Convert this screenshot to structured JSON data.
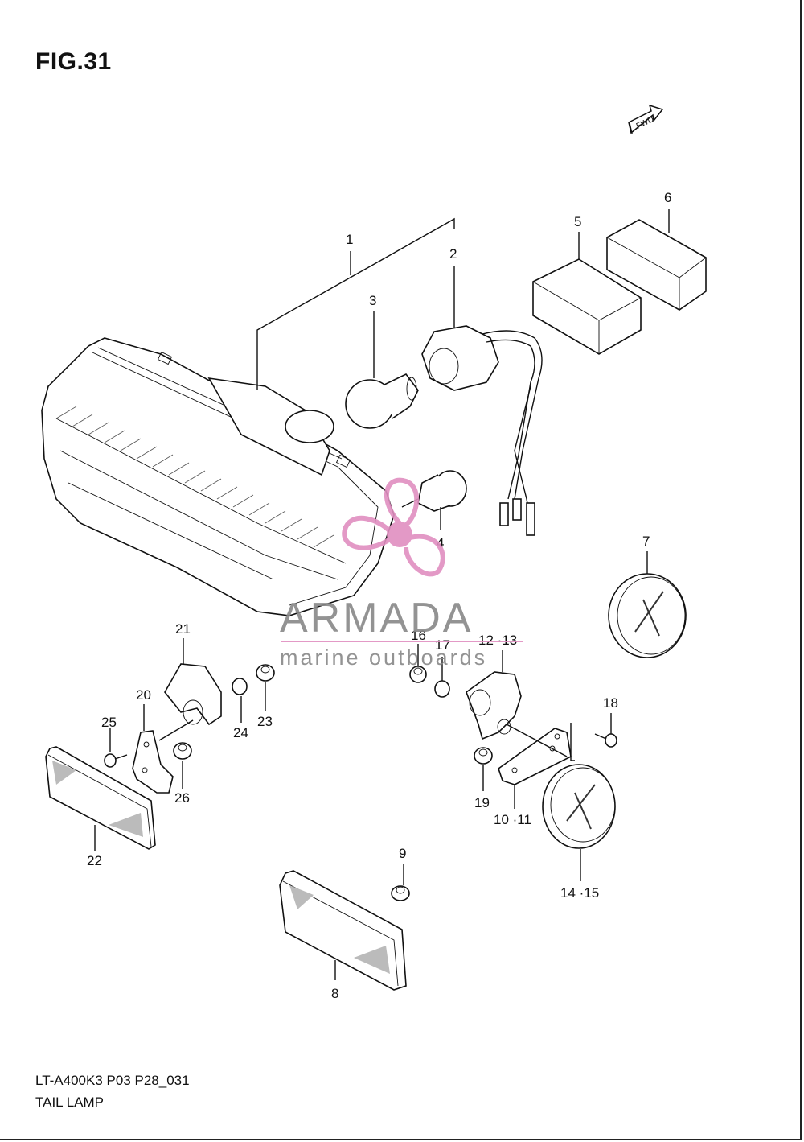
{
  "figure": {
    "title": "FIG.31",
    "model_code": "LT-A400K3 P03 P28_031",
    "section_name": "TAIL LAMP",
    "direction_marker": "FWD"
  },
  "watermark": {
    "brand": "ARMADA",
    "tagline": "marine outboards",
    "logo_color": "#e08fc0"
  },
  "callouts": {
    "c1": "1",
    "c2": "2",
    "c3": "3",
    "c4": "4",
    "c5": "5",
    "c6": "6",
    "c7": "7",
    "c8": "8",
    "c9": "9",
    "c10_11": "10 ·11",
    "c12_13": "12 ·13",
    "c14_15": "14 ·15",
    "c16": "16",
    "c17": "17",
    "c18": "18",
    "c19": "19",
    "c20": "20",
    "c21": "21",
    "c22": "22",
    "c23": "23",
    "c24": "24",
    "c25": "25",
    "c26": "26"
  }
}
